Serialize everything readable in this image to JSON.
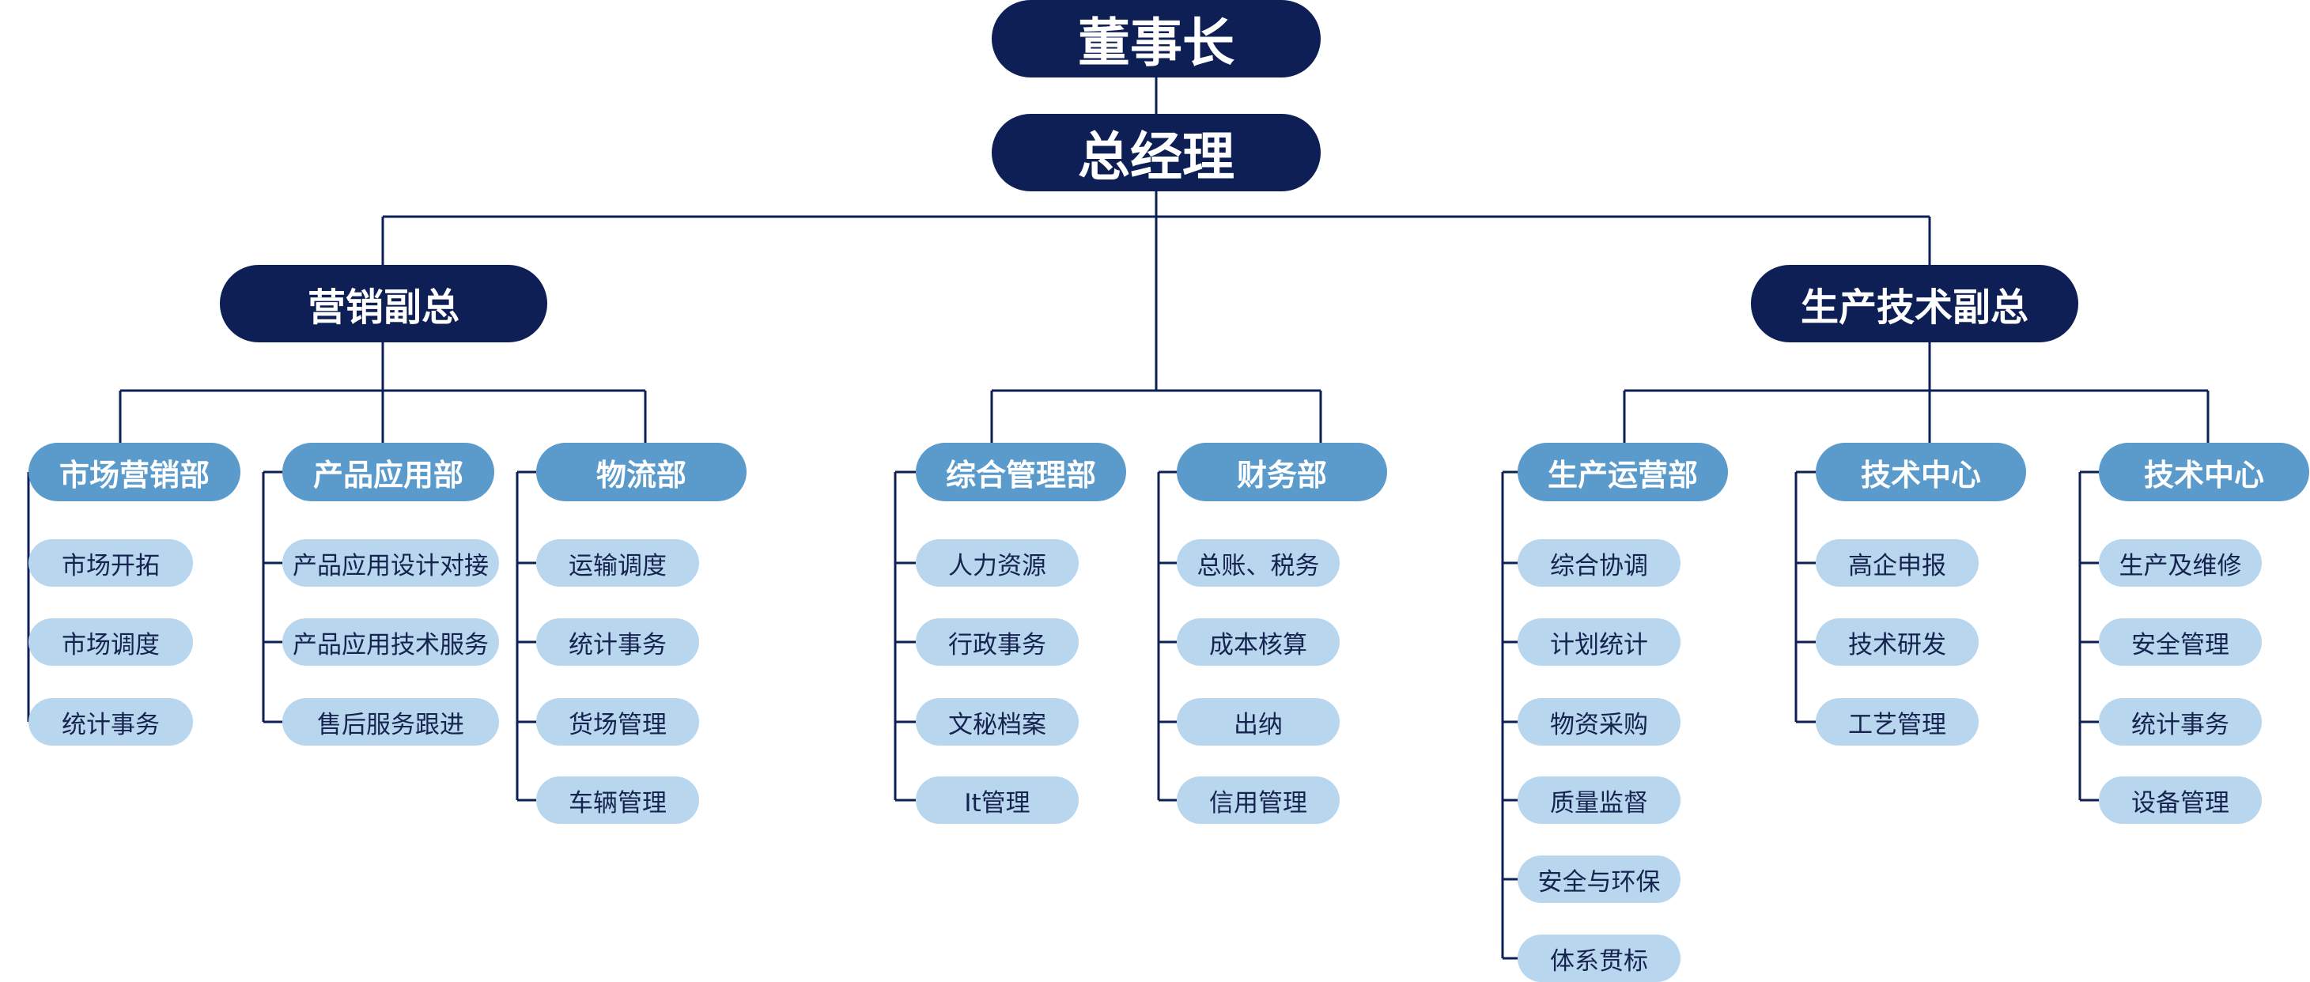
{
  "chairman": "董事长",
  "general_manager": "总经理",
  "vps": [
    {
      "label": "营销副总"
    },
    {
      "label": "生产技术副总"
    }
  ],
  "departments": [
    {
      "name": "市场营销部",
      "tasks": [
        "市场开拓",
        "市场调度",
        "统计事务"
      ]
    },
    {
      "name": "产品应用部",
      "tasks": [
        "产品应用设计对接",
        "产品应用技术服务",
        "售后服务跟进"
      ]
    },
    {
      "name": "物流部",
      "tasks": [
        "运输调度",
        "统计事务",
        "货场管理",
        "车辆管理"
      ]
    },
    {
      "name": "综合管理部",
      "tasks": [
        "人力资源",
        "行政事务",
        "文秘档案",
        "It管理"
      ]
    },
    {
      "name": "财务部",
      "tasks": [
        "总账、税务",
        "成本核算",
        "出纳",
        "信用管理"
      ]
    },
    {
      "name": "生产运营部",
      "tasks": [
        "综合协调",
        "计划统计",
        "物资采购",
        "质量监督",
        "安全与环保",
        "体系贯标"
      ]
    },
    {
      "name": "技术中心",
      "tasks": [
        "高企申报",
        "技术研发",
        "工艺管理"
      ]
    },
    {
      "name": "技术中心",
      "tasks": [
        "生产及维修",
        "安全管理",
        "统计事务",
        "设备管理"
      ]
    }
  ],
  "colors": {
    "navy": "#0d1f55",
    "department_blue": "#5b9bcc",
    "task_blue": "#b9d6ef",
    "task_text": "#15244f",
    "line": "#0d1f55"
  }
}
